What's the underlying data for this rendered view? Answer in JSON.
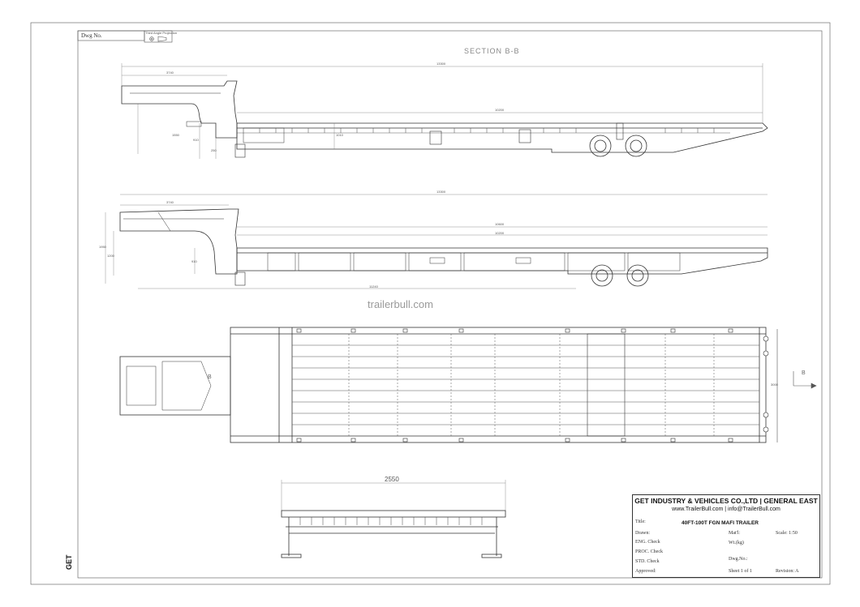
{
  "drawing": {
    "dwg_no_label": "Dwg No.",
    "projection_label": "Third Angle Projection",
    "section_label": "SECTION B-B",
    "section_marker": "B",
    "watermark": "trailerbull.com",
    "brand_label": "GET"
  },
  "dimensions": {
    "side_overall": "13300",
    "side_gooseneck": "3740",
    "side_deck": "10200",
    "side_height1": "1550",
    "side_height2": "910",
    "side_height3": "250",
    "side_deck_height": "1010",
    "elev_overall": "13300",
    "elev_gooseneck": "3740",
    "elev_deck_top": "10600",
    "elev_deck": "10200",
    "elev_height_total": "1950",
    "elev_height_neck": "1200",
    "elev_height_deck": "910",
    "elev_wheelbase": "11240",
    "plan_width": "3000",
    "end_width": "2550"
  },
  "title_block": {
    "company": "GET INDUSTRY & VEHICLES CO.,LTD | GENERAL EAST",
    "web": "www.TrailerBull.com | info@TrailerBull.com",
    "title_label": "Title:",
    "title_value": "40FT-100T FGN MAFI TRAILER",
    "drawn_label": "Drawn:",
    "eng_check_label": "ENG. Check",
    "proc_check_label": "PROC. Check",
    "std_check_label": "STD. Check",
    "approved_label": "Approved:",
    "matl_label": "Mat'l:",
    "scale_label": "Scale: 1:50",
    "wt_label": "Wt.(kg)",
    "dwg_no_label": "Dwg.No.:",
    "sheet_label": "Sheet 1 of 1",
    "revision_label": "Revision: A"
  }
}
